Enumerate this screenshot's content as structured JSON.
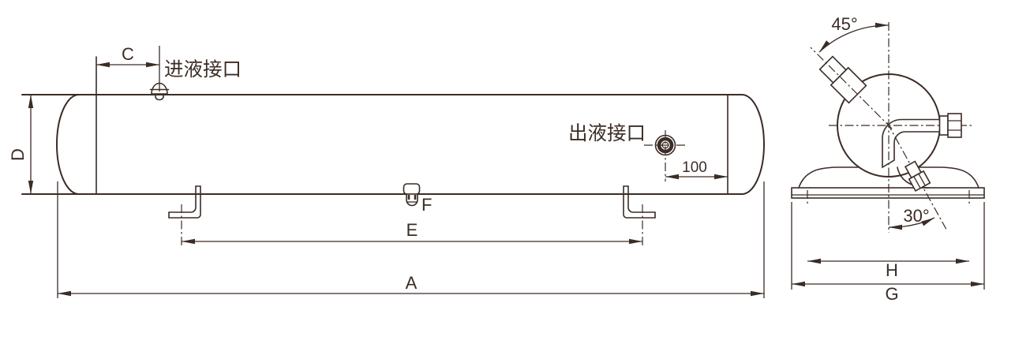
{
  "colors": {
    "line": "#3b2c26",
    "background": "#ffffff"
  },
  "side_view": {
    "inlet_label": "进液接口",
    "outlet_label": "出液接口",
    "dim_inlet_offset": "C",
    "dim_diameter": "D",
    "dim_overall_length": "A",
    "dim_foot_spacing": "E",
    "dim_drain": "F",
    "dim_outlet_offset": "100"
  },
  "end_view": {
    "dim_inlet_angle": "45°",
    "dim_drain_angle": "30°",
    "dim_hole_spacing": "H",
    "dim_base_width": "G"
  }
}
